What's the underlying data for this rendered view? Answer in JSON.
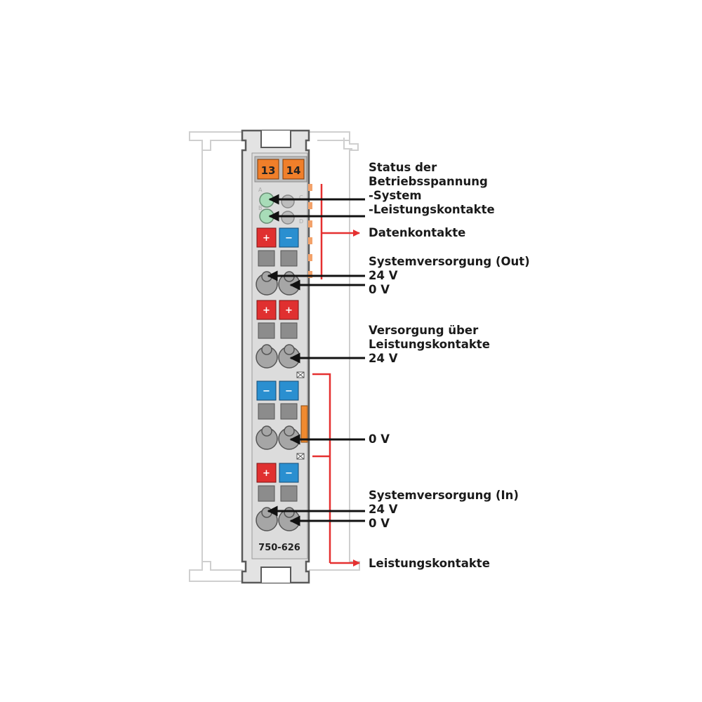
{
  "module": {
    "model": "750-626",
    "fuse_numbers": [
      "13",
      "14"
    ],
    "led_letters": [
      "A",
      "C",
      "B",
      "D"
    ],
    "plus_symbol": "+",
    "minus_symbol": "−"
  },
  "labels": {
    "status_title": [
      "Status der",
      "Betriebsspannung"
    ],
    "status_system": "-System",
    "status_power": "-Leistungskontakte",
    "data_contacts": "Datenkontakte",
    "supply_out": [
      "Systemversorgung (Out)",
      "24 V",
      "0 V"
    ],
    "supply_power_contacts": [
      "Versorgung über",
      "Leistungskontakte",
      "24 V"
    ],
    "zero_v": "0 V",
    "supply_in": [
      "Systemversorgung (In)",
      "24 V",
      "0 V"
    ],
    "power_contacts": "Leistungskontakte"
  },
  "colors": {
    "housing": "#e3e3e3",
    "outline": "#5a5a5a",
    "fuse_orange": "#f07f2a",
    "led_green": "#a8dcb8",
    "plus_red": "#e03030",
    "minus_blue": "#2a8fd0",
    "release_gray": "#8c8c8c",
    "contact_gray": "#a6a6a6",
    "arrow_black": "#111111",
    "arrow_red": "#e53030",
    "ghost_outline": "#cfcfcf"
  }
}
